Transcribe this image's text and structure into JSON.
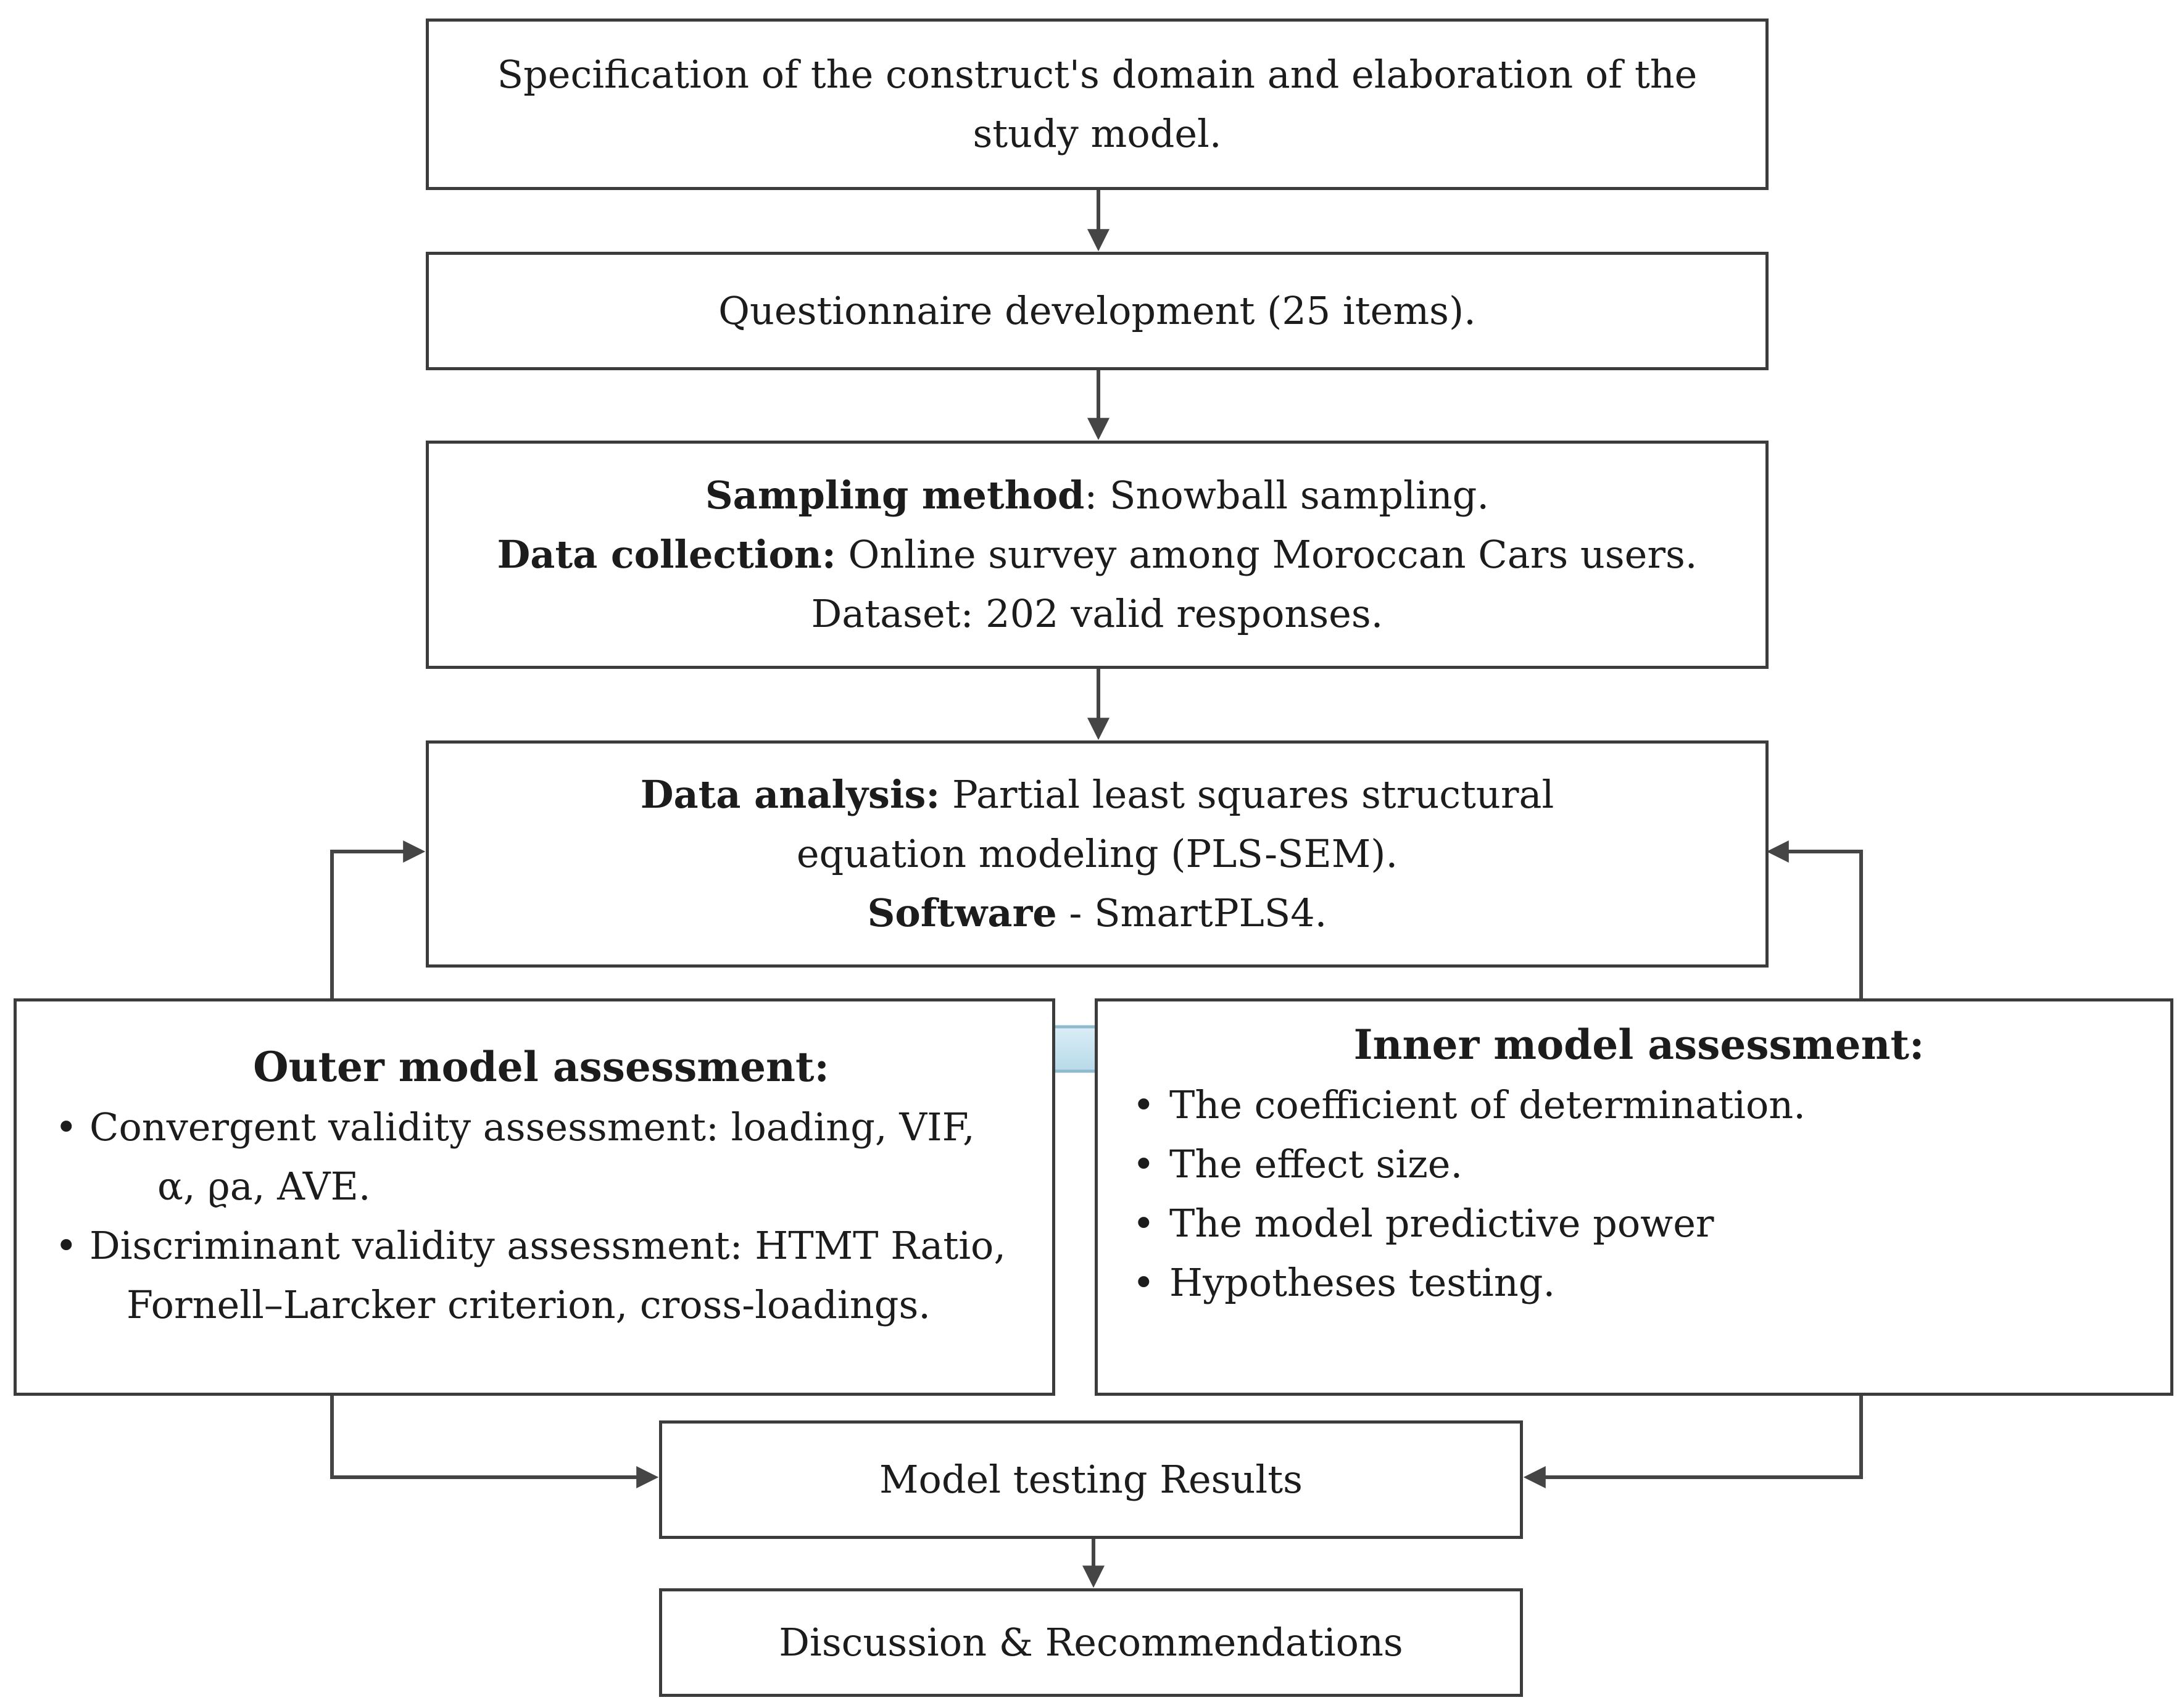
{
  "step1": {
    "line1": "Specification of the construct's domain and elaboration of the",
    "line2": "study model."
  },
  "step2": {
    "text": "Questionnaire development (25 items)."
  },
  "step3": {
    "sampling_label": "Sampling method",
    "sampling_value": ": Snowball sampling.",
    "collection_label": "Data collection:",
    "collection_value": " Online survey among Moroccan Cars users.",
    "dataset": "Dataset: 202 valid responses."
  },
  "step4": {
    "analysis_label": "Data analysis:",
    "analysis_value": " Partial least squares structural",
    "analysis_line2": "equation modeling (PLS-SEM).",
    "software_label": "Software",
    "software_value": " - SmartPLS4."
  },
  "outer": {
    "title": "Outer model assessment:",
    "items": [
      {
        "line1": "Convergent validity assessment: loading, VIF,",
        "line2": "α, ϱa, AVE."
      },
      {
        "line1": "Discriminant validity assessment: HTMT Ratio,",
        "line2": "Fornell–Larcker criterion, cross-loadings."
      }
    ]
  },
  "inner": {
    "title": "Inner model assessment:",
    "items": [
      "The coefficient of determination.",
      "The effect size.",
      "The model predictive power",
      "Hypotheses testing."
    ]
  },
  "results": {
    "text": "Model testing Results"
  },
  "discussion": {
    "text": "Discussion & Recommendations"
  },
  "colors": {
    "border": "#3c3c3c",
    "connector": "#454545",
    "block_arrow_fill": "#cfe8f3",
    "block_arrow_stroke": "#8fb9cc"
  }
}
